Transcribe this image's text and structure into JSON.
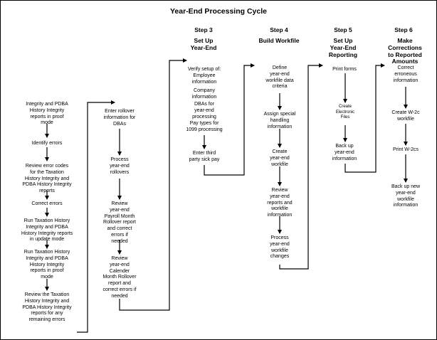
{
  "title": "Year-End Processing Cycle",
  "steps": [
    {
      "label": "Step 3",
      "name": "Set Up\nYear-End"
    },
    {
      "label": "Step 4",
      "name": "Build Workfile"
    },
    {
      "label": "Step 5",
      "name": "Set Up\nYear-End\nReporting"
    },
    {
      "label": "Step 6",
      "name": "Make\nCorrections\nto Reported\nAmounts"
    }
  ],
  "col1": [
    "Integrity and PDBA\nHistory Integrity\nreports in proof\nmode",
    "Identify errors",
    "Review error codes\nfor the Taxation\nHistory Integrity and\nPDBA History Integrity\nreports",
    "Correct errors",
    "Run Taxation History\nIntegrity and PDBA\nHistory Integrity reports\nin update mode",
    "Run Taxation History\nIntegrity and PDBA\nHistory Integrity\nreports in proof\nmode",
    "Review the Taxation\nHistory Integrity and\nPDBA History Integrity\nreports for any\nremaining errors"
  ],
  "col2": [
    "Enter rollover\ninformation for\nDBAs",
    "Process\nyear-end\nrollovers",
    "Review\nyear-end\nPayroll Month\nRollover report\nand correct\nerrors if\nneeded",
    "Review\nyear-end\nCalender\nMonth Rollover\nreport and\ncorrect errors if\nneeded"
  ],
  "col3": {
    "verify_header": "Verify setup of:",
    "verify_items": [
      "Employee\ninformation",
      "Company\ninformation",
      "DBAs for\nyear-end\nprocessing",
      "Pay types for\n1099 processing"
    ],
    "last": "Enter third\nparty sick pay"
  },
  "col4": [
    "Define\nyear-end\nworkfile data\ncriteria",
    "Assign special\nhandling\ninformation",
    "Create\nyear-end\nworkfile",
    "Review\nyear-end\nreports and\nworkfile\ninformation",
    "Process\nyear-end\nworkfile\nchanges"
  ],
  "col5": [
    "Print forms",
    "Create\nElectronic\nFiles",
    "Back up\nyear-end\ninformation"
  ],
  "col6": [
    "Correct\nerroneous\ninformation",
    "Create W-2c\nworkfile",
    "Print W-2cs",
    "Back up new\nyear-end\nworkfile\ninformation"
  ]
}
